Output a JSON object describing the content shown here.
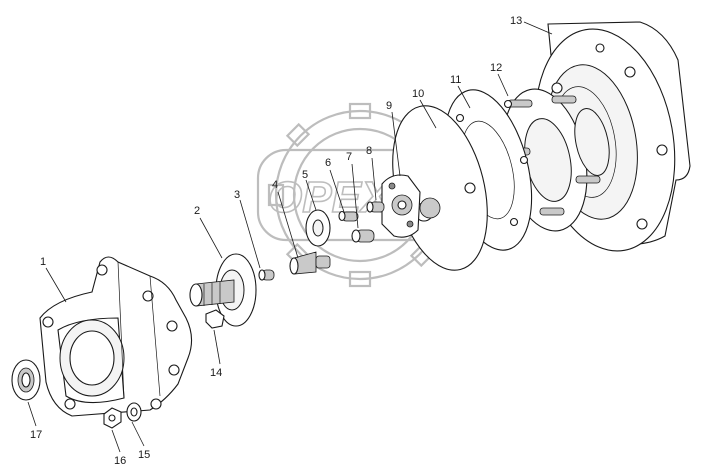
{
  "callouts": [
    {
      "id": "1",
      "label": "1"
    },
    {
      "id": "2",
      "label": "2"
    },
    {
      "id": "3",
      "label": "3"
    },
    {
      "id": "4",
      "label": "4"
    },
    {
      "id": "5",
      "label": "5"
    },
    {
      "id": "6",
      "label": "6"
    },
    {
      "id": "7",
      "label": "7"
    },
    {
      "id": "8",
      "label": "8"
    },
    {
      "id": "9",
      "label": "9"
    },
    {
      "id": "10",
      "label": "10"
    },
    {
      "id": "11",
      "label": "11"
    },
    {
      "id": "12",
      "label": "12"
    },
    {
      "id": "13",
      "label": "13"
    },
    {
      "id": "14",
      "label": "14"
    },
    {
      "id": "15",
      "label": "15"
    },
    {
      "id": "16",
      "label": "16"
    },
    {
      "id": "17",
      "label": "17"
    }
  ],
  "watermark": {
    "text": "OPEX",
    "icon": "gear-logo-icon"
  }
}
